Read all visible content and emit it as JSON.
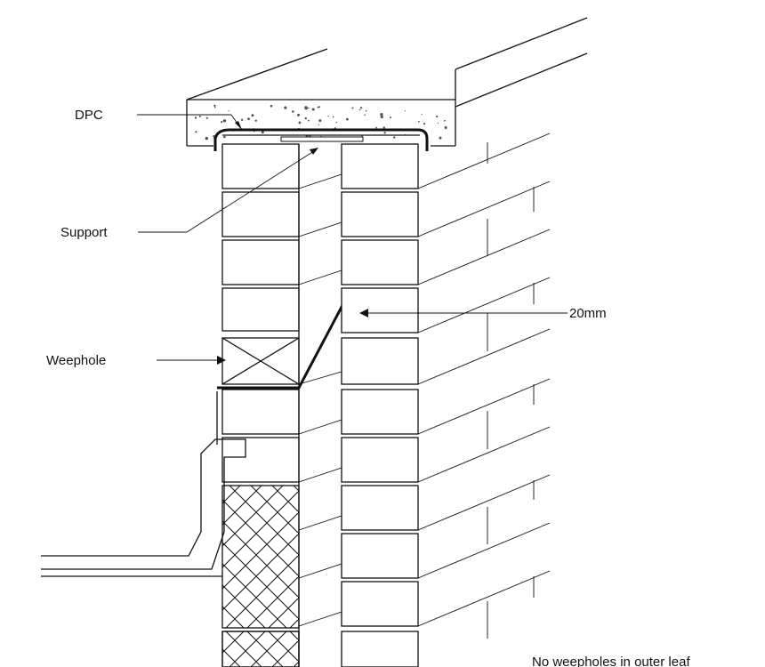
{
  "labels": {
    "dpc": "DPC",
    "support": "Support",
    "dimension": "20mm",
    "weephole": "Weephole",
    "note": "No weepholes in outer leaf"
  }
}
